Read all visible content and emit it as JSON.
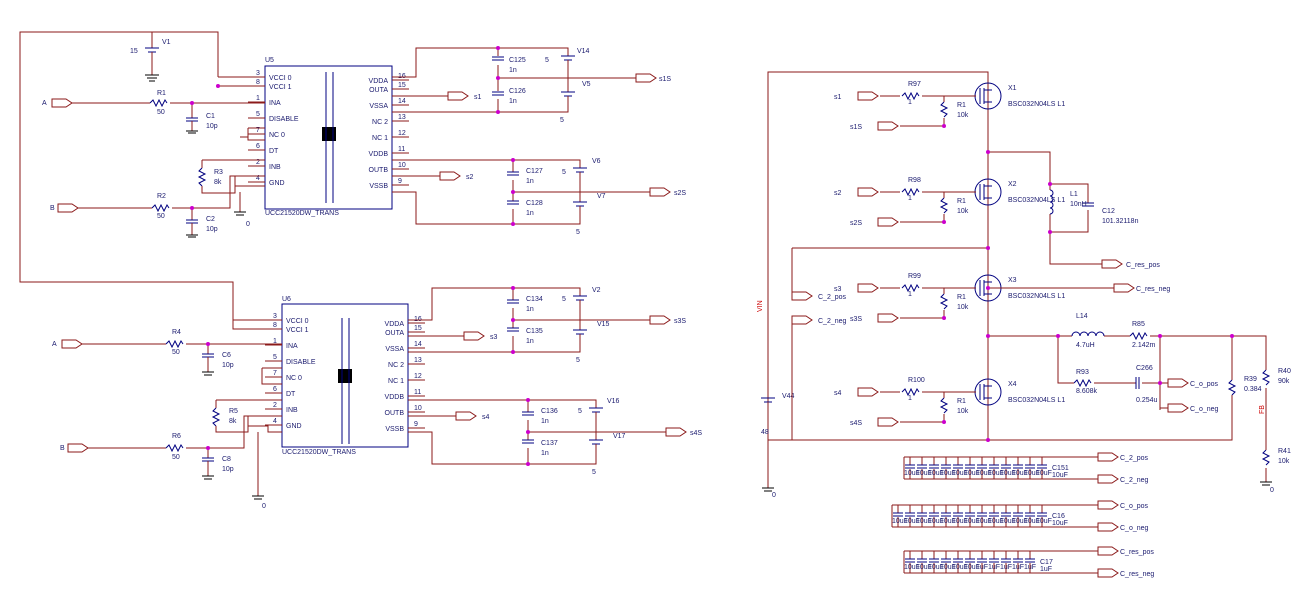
{
  "upper_driver": {
    "ref": "U5",
    "part": "UCC21520DW_TRANS",
    "left_pins": [
      [
        "3",
        "VCCI_0"
      ],
      [
        "8",
        "VCCI_1"
      ],
      [
        "1",
        "INA"
      ],
      [
        "5",
        "DISABLE"
      ],
      [
        "7",
        "NC_0"
      ],
      [
        "6",
        "DT"
      ],
      [
        "2",
        "INB"
      ],
      [
        "4",
        "GND"
      ]
    ],
    "right_pins": [
      [
        "16",
        "VDDA"
      ],
      [
        "15",
        "OUTA"
      ],
      [
        "14",
        "VSSA"
      ],
      [
        "13",
        "NC_2"
      ],
      [
        "12",
        "NC_1"
      ],
      [
        "11",
        "VDDB"
      ],
      [
        "10",
        "OUTB"
      ],
      [
        "9",
        "VSSB"
      ]
    ],
    "supply": {
      "ref": "V1",
      "value": "15"
    },
    "in_a": "A",
    "in_b": "B",
    "r1": {
      "ref": "R1",
      "value": "50"
    },
    "r2": {
      "ref": "R2",
      "value": "50"
    },
    "r3": {
      "ref": "R3",
      "value": "8k"
    },
    "c1": {
      "ref": "C1",
      "value": "10p"
    },
    "c2": {
      "ref": "C2",
      "value": "10p"
    },
    "c125": {
      "ref": "C125",
      "value": "1n"
    },
    "c126": {
      "ref": "C126",
      "value": "1n"
    },
    "c127": {
      "ref": "C127",
      "value": "1n"
    },
    "c128": {
      "ref": "C128",
      "value": "1n"
    },
    "v14": {
      "ref": "V14",
      "value": "5"
    },
    "v5": {
      "ref": "V5",
      "value": "5"
    },
    "v6": {
      "ref": "V6",
      "value": "5"
    },
    "v7": {
      "ref": "V7",
      "value": "5"
    },
    "net_s1": "s1",
    "net_s1s": "s1S",
    "net_s2": "s2",
    "net_s2s": "s2S",
    "gnd": "0"
  },
  "lower_driver": {
    "ref": "U6",
    "part": "UCC21520DW_TRANS",
    "left_pins": [
      [
        "3",
        "VCCI_0"
      ],
      [
        "8",
        "VCCI_1"
      ],
      [
        "1",
        "INA"
      ],
      [
        "5",
        "DISABLE"
      ],
      [
        "7",
        "NC_0"
      ],
      [
        "6",
        "DT"
      ],
      [
        "2",
        "INB"
      ],
      [
        "4",
        "GND"
      ]
    ],
    "right_pins": [
      [
        "16",
        "VDDA"
      ],
      [
        "15",
        "OUTA"
      ],
      [
        "14",
        "VSSA"
      ],
      [
        "13",
        "NC_2"
      ],
      [
        "12",
        "NC_1"
      ],
      [
        "11",
        "VDDB"
      ],
      [
        "10",
        "OUTB"
      ],
      [
        "9",
        "VSSB"
      ]
    ],
    "in_a": "A",
    "in_b": "B",
    "r4": {
      "ref": "R4",
      "value": "50"
    },
    "r6": {
      "ref": "R6",
      "value": "50"
    },
    "r5": {
      "ref": "R5",
      "value": "8k"
    },
    "c6": {
      "ref": "C6",
      "value": "10p"
    },
    "c8": {
      "ref": "C8",
      "value": "10p"
    },
    "c134": {
      "ref": "C134",
      "value": "1n"
    },
    "c135": {
      "ref": "C135",
      "value": "1n"
    },
    "c136": {
      "ref": "C136",
      "value": "1n"
    },
    "c137": {
      "ref": "C137",
      "value": "1n"
    },
    "v2": {
      "ref": "V2",
      "value": "5"
    },
    "v15": {
      "ref": "V15",
      "value": "5"
    },
    "v16": {
      "ref": "V16",
      "value": "5"
    },
    "v17": {
      "ref": "V17",
      "value": "5"
    },
    "net_s3": "s3",
    "net_s3s": "s3S",
    "net_s4": "s4",
    "net_s4s": "s4S",
    "gnd": "0"
  },
  "power_stage": {
    "mosfets": [
      {
        "ref": "X1",
        "part": "BSC032N04LS_L1",
        "gate": "s1",
        "src": "s1S",
        "rg": "R97",
        "rg_val": "1",
        "rgs": "R1",
        "rgs_val": "10k"
      },
      {
        "ref": "X2",
        "part": "BSC032N04LS_L1",
        "gate": "s2",
        "src": "s2S",
        "rg": "R98",
        "rg_val": "1",
        "rgs": "R1",
        "rgs_val": "10k"
      },
      {
        "ref": "X3",
        "part": "BSC032N04LS_L1",
        "gate": "s3",
        "src": "s3S",
        "rg": "R99",
        "rg_val": "1",
        "rgs": "R1",
        "rgs_val": "10k"
      },
      {
        "ref": "X4",
        "part": "BSC032N04LS_L1",
        "gate": "s4",
        "src": "s4S",
        "rg": "R100",
        "rg_val": "1",
        "rgs": "R1",
        "rgs_val": "10k"
      }
    ],
    "vin": {
      "ref": "V44",
      "value": "48",
      "net": "VIN",
      "gnd": "0"
    },
    "l1": {
      "ref": "L1",
      "value": "10nH"
    },
    "c12": {
      "ref": "C12",
      "value": "101.32118n"
    },
    "l14": {
      "ref": "L14",
      "value": "4.7uH"
    },
    "r85": {
      "ref": "R85",
      "value": "2.142m"
    },
    "r93": {
      "ref": "R93",
      "value": "8.608k"
    },
    "c266": {
      "ref": "C266",
      "value": "0.254u"
    },
    "r39": {
      "ref": "R39",
      "value": "0.384"
    },
    "r40": {
      "ref": "R40",
      "value": "90k"
    },
    "r41": {
      "ref": "R41",
      "value": "10k"
    },
    "fb": "FB",
    "gnd": "0",
    "ports": {
      "c2pos": "C_2_pos",
      "c2neg": "C_2_neg",
      "cres_pos": "C_res_pos",
      "cres_neg": "C_res_neg",
      "copos": "C_o_pos",
      "coneg": "C_o_neg"
    },
    "bank1": {
      "last": "C151",
      "last_val": "10uF",
      "val": "10uF"
    },
    "bank2": {
      "last": "C16",
      "last_val": "10uF",
      "val": "10uF"
    },
    "bank3": {
      "last": "C17",
      "last_val": "1uF",
      "val": "10uF",
      "small_val": "1uF"
    }
  }
}
